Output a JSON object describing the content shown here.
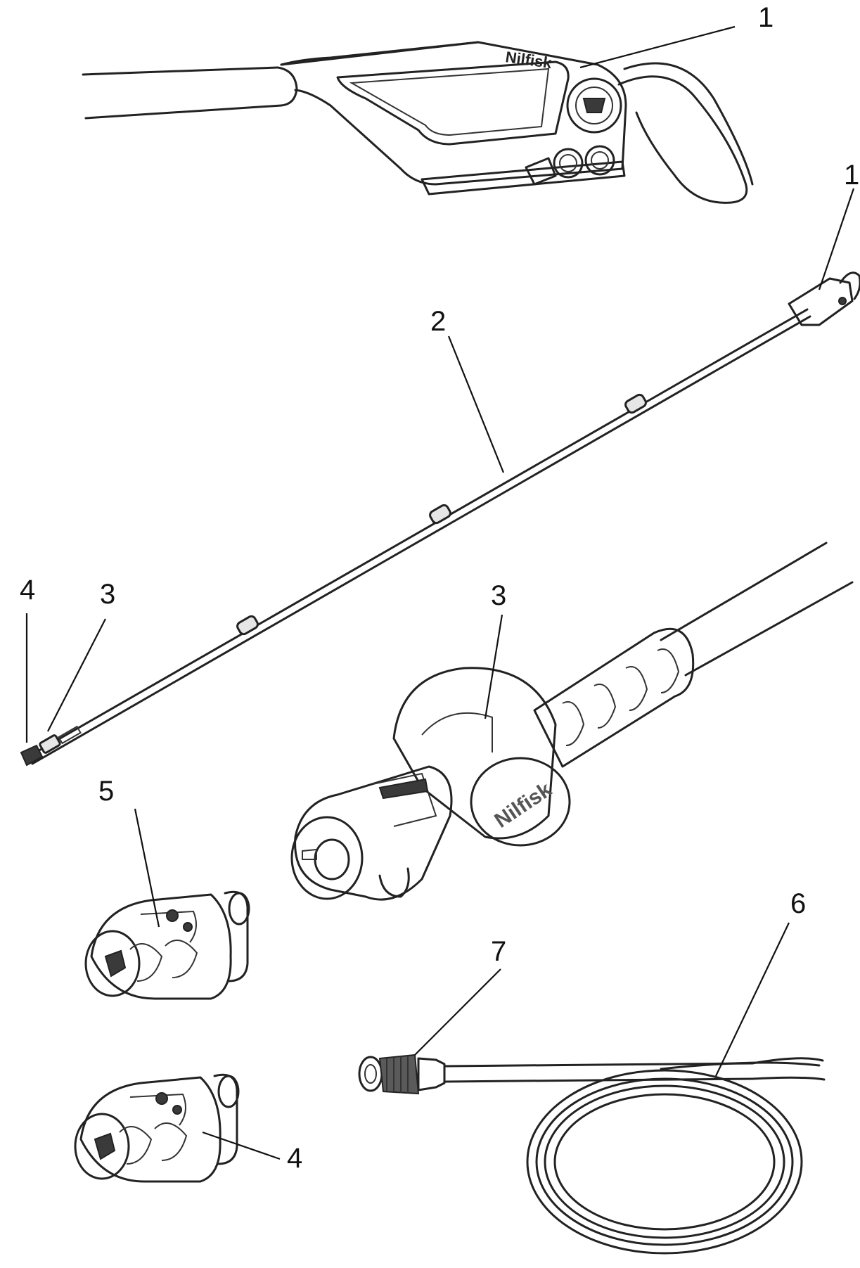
{
  "callouts": [
    {
      "id": "1a",
      "label": "1"
    },
    {
      "id": "1b",
      "label": "1"
    },
    {
      "id": "2",
      "label": "2"
    },
    {
      "id": "3a",
      "label": "3"
    },
    {
      "id": "4a",
      "label": "4"
    },
    {
      "id": "3b",
      "label": "3"
    },
    {
      "id": "5",
      "label": "5"
    },
    {
      "id": "6",
      "label": "6"
    },
    {
      "id": "7",
      "label": "7"
    },
    {
      "id": "4b",
      "label": "4"
    }
  ],
  "brand": {
    "gun_text": "Nilfisk",
    "lance_text": "Nilfisk"
  }
}
